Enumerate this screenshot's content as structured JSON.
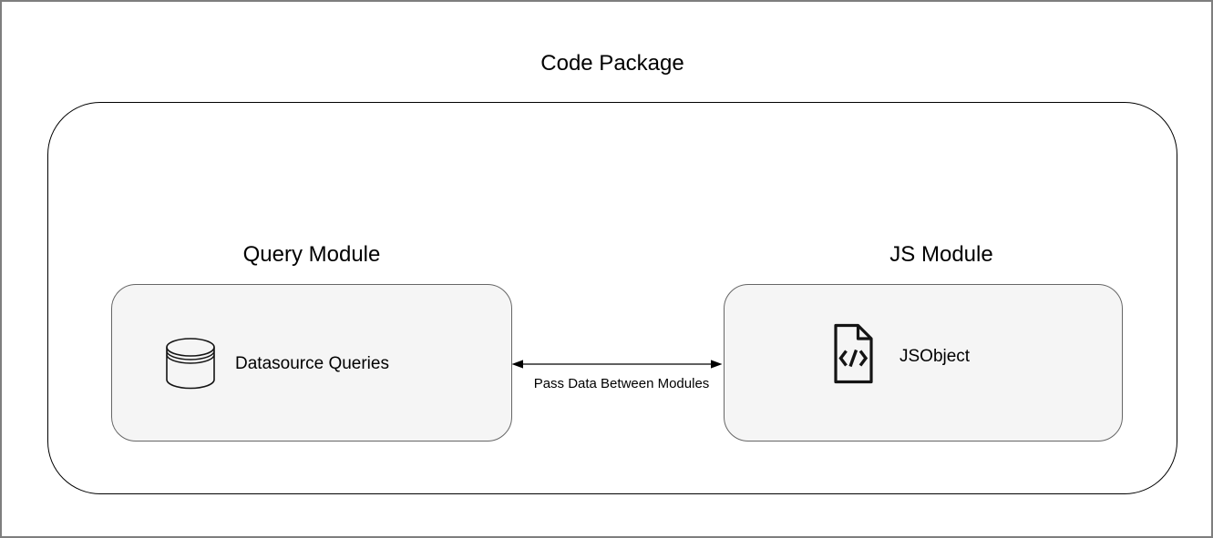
{
  "diagram": {
    "title": "Code Package",
    "modules": [
      {
        "heading": "Query Module",
        "item": {
          "icon": "database-icon",
          "label": "Datasource Queries"
        }
      },
      {
        "heading": "JS Module",
        "item": {
          "icon": "code-file-icon",
          "label": "JSObject"
        }
      }
    ],
    "connector": {
      "type": "bidirectional-arrow",
      "label": "Pass Data Between Modules"
    }
  },
  "colors": {
    "canvas_background": "#ffffff",
    "frame_border": "#7e7e7e",
    "container_border": "#000000",
    "module_box_fill": "#f5f5f5",
    "module_box_border": "#666666",
    "icon_stroke": "#141414",
    "arrow": "#000000",
    "text": "#000000"
  }
}
